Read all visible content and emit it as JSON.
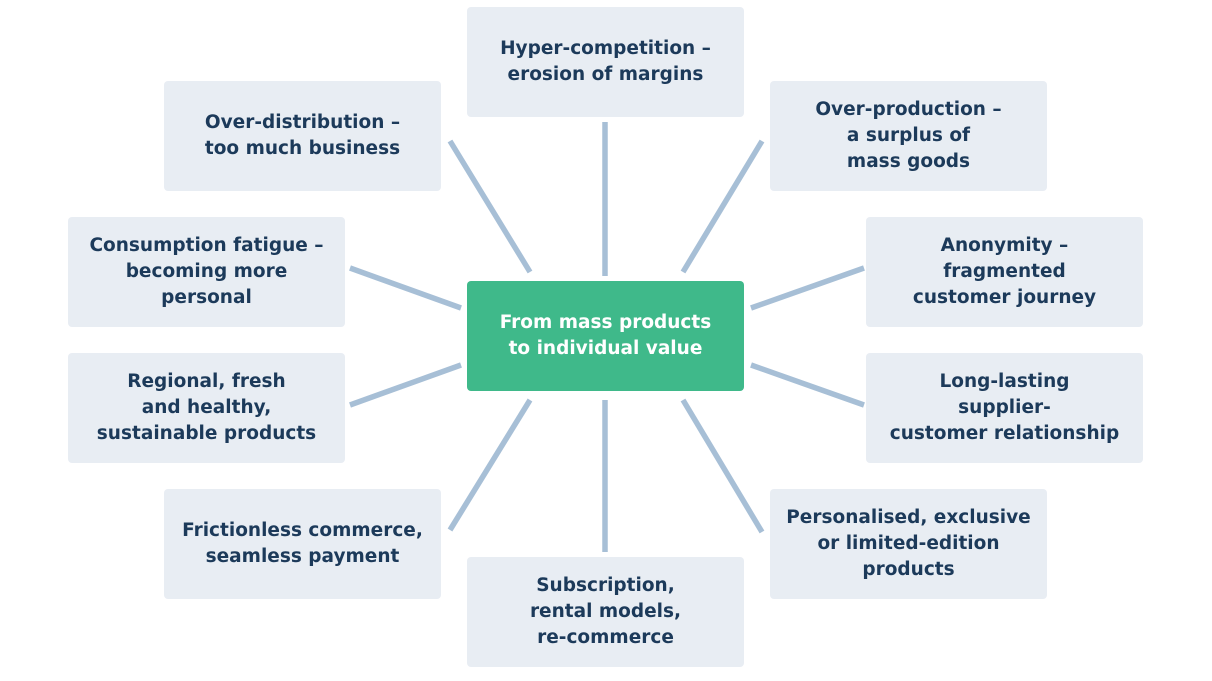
{
  "center": {
    "text": "From mass products\nto individual value"
  },
  "factors": [
    {
      "id": "hyper-competition",
      "text": "Hyper-competition –\nerosion of margins"
    },
    {
      "id": "over-production",
      "text": "Over-production –\na surplus of\nmass goods"
    },
    {
      "id": "anonymity",
      "text": "Anonymity –\nfragmented\ncustomer journey"
    },
    {
      "id": "long-lasting-relationship",
      "text": "Long-lasting\nsupplier-\ncustomer relationship"
    },
    {
      "id": "personalised-products",
      "text": "Personalised, exclusive\nor limited-edition\nproducts"
    },
    {
      "id": "subscription-models",
      "text": "Subscription,\nrental models,\nre-commerce"
    },
    {
      "id": "frictionless-commerce",
      "text": "Frictionless commerce,\nseamless payment"
    },
    {
      "id": "regional-products",
      "text": "Regional, fresh\nand healthy,\nsustainable products"
    },
    {
      "id": "consumption-fatigue",
      "text": "Consumption fatigue –\nbecoming more\npersonal"
    },
    {
      "id": "over-distribution",
      "text": "Over-distribution –\ntoo much business"
    }
  ],
  "colors": {
    "center_fill": "#3fb98a",
    "box_fill": "#e8edf3",
    "text": "#1c3a5a",
    "connector": "#a7bfd6"
  }
}
